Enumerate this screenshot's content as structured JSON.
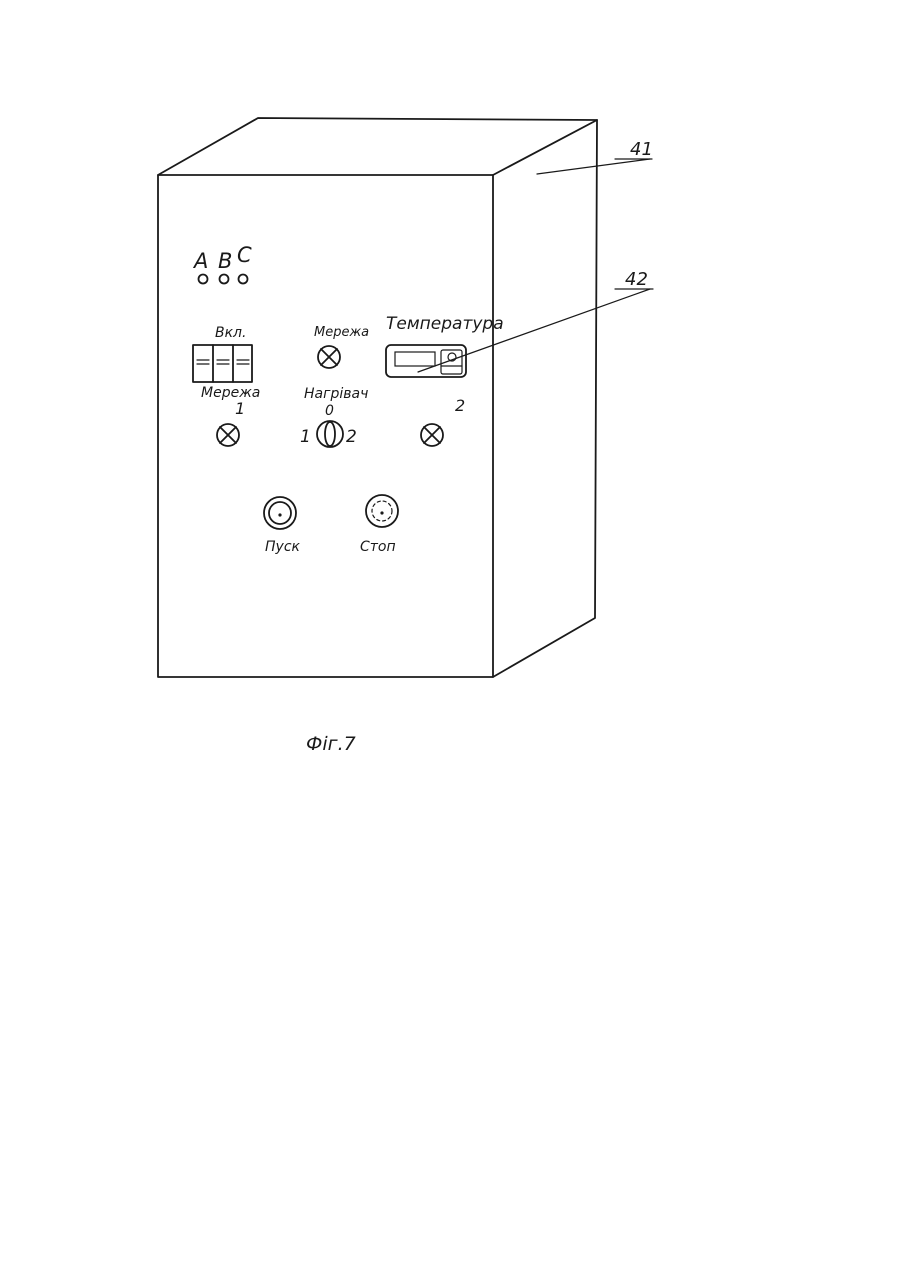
{
  "figure": {
    "caption": "Фіг.7",
    "reference_numbers": {
      "cabinet": "41",
      "thermostat": "42"
    }
  },
  "panel": {
    "phase_labels": [
      "A",
      "B",
      "C"
    ],
    "breaker_label": "Вкл.",
    "breaker_sublabel": "Мережа",
    "network_lamp_label": "Мережа",
    "temperature_label": "Температура",
    "heater_label": "Нагрівач",
    "lamp_left_number": "1",
    "lamp_right_number": "2",
    "selector": {
      "pos_off": "0",
      "pos_1": "1",
      "pos_2": "2"
    },
    "start_label": "Пуск",
    "stop_label": "Стоп"
  }
}
